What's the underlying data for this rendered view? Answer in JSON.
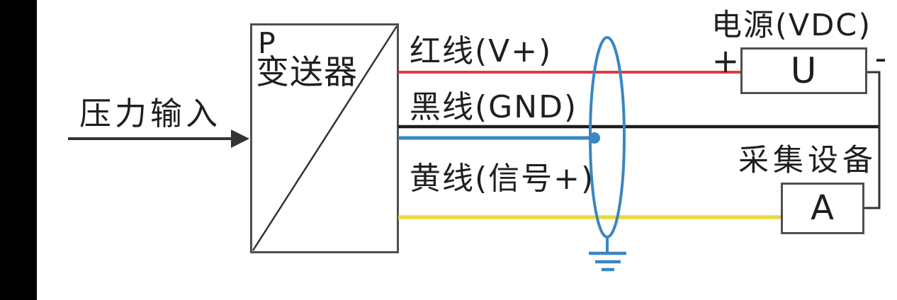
{
  "diagram_title": "pressure-transmitter-wiring-diagram",
  "labels": {
    "pressure_input": "压力输入",
    "transmitter_symbol": "P",
    "transmitter_name": "变送器",
    "red_wire": "红线(V+)",
    "black_wire": "黑线(GND)",
    "yellow_wire": "黄线(信号+)",
    "power_supply": "电源(VDC)",
    "plus": "+",
    "minus": "-",
    "voltage_source": "U",
    "acquisition_device": "采集设备",
    "ammeter": "A"
  },
  "colors": {
    "background": "#ffffff",
    "left_bar": "#000000",
    "wire_red": "#de3a3c",
    "wire_black": "#1c1c1c",
    "wire_blue": "#3a86c2",
    "wire_yellow": "#e8d93e",
    "box_border": "#4f4f4f",
    "arrow": "#333333",
    "text": "#1f1f1f"
  }
}
